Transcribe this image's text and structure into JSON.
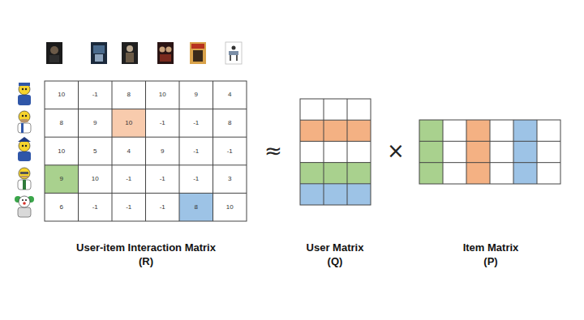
{
  "diagram": {
    "labels": [
      "10",
      "-1",
      "8",
      "10",
      "9",
      "4",
      "8",
      "9",
      "10",
      "-1",
      "-1",
      "8",
      "10",
      "5",
      "4",
      "9",
      "-1",
      "-1",
      "9",
      "10",
      "-1",
      "-1",
      "-1",
      "3",
      "6",
      "-1",
      "-1",
      "-1",
      "8",
      "10",
      "≈",
      "×",
      "User-item Interaction Matrix",
      "(R)",
      "User Matrix",
      "(Q)",
      "Item Matrix",
      "(P)"
    ]
  }
}
